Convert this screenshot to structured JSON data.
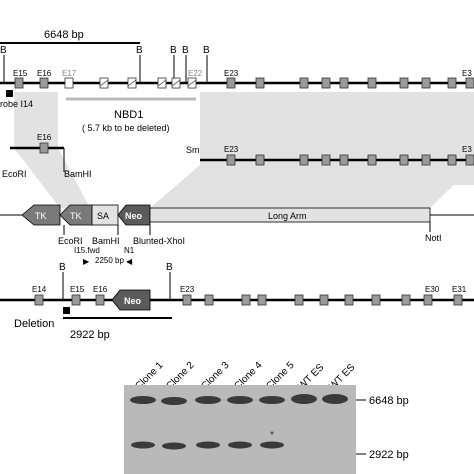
{
  "top_map": {
    "fragment_label": "6648 bp",
    "site_label": "B",
    "exons": {
      "e15": "E15",
      "e16": "E16",
      "e17": "E17",
      "e22": "E22",
      "e23": "E23",
      "e3x": "E3"
    },
    "probe_label": "robe I14"
  },
  "targeting": {
    "deleted_region": "NBD1",
    "deleted_note": "( 5.7 kb to be deleted)",
    "sm_label": "Sm",
    "e16": "E16",
    "e23": "E23",
    "e3x": "E3",
    "ecori_label": "EcoRI",
    "bamhi_label": "BamHI"
  },
  "vector": {
    "tk1": "TK",
    "tk2": "TK",
    "sa": "SA",
    "neo": "Neo",
    "long_arm": "Long Arm",
    "ecori": "EcoRI",
    "bamhi": "BamHI",
    "blunted": "Blunted-XhoI",
    "noti": "NotI"
  },
  "recombined": {
    "primer_fwd": "I15.fwd",
    "primer_n1": "N1",
    "pcr_size": "2250 bp",
    "site_label": "B",
    "neo": "Neo",
    "exons": {
      "e14": "E14",
      "e15": "E15",
      "e16": "E16",
      "e23": "E23",
      "e30": "E30",
      "e31": "E31"
    },
    "deletion_label": "Deletion",
    "fragment_label": "2922 bp"
  },
  "blot": {
    "lanes": [
      "Clone 1",
      "Clone 2",
      "Clone 3",
      "Clone 4",
      "Clone 5",
      "WT ES",
      "WT ES"
    ],
    "band_upper": "6648 bp",
    "band_lower": "2922 bp",
    "upper_present": [
      true,
      true,
      true,
      true,
      true,
      true,
      true
    ],
    "lower_present": [
      true,
      true,
      true,
      true,
      true,
      false,
      false
    ]
  },
  "colors": {
    "shading": "#e2e2e2",
    "exon": "#9a9a9a",
    "neo": "#5b5b5b",
    "tk": "#7a7a7a",
    "gel": "#b9b9b9"
  }
}
